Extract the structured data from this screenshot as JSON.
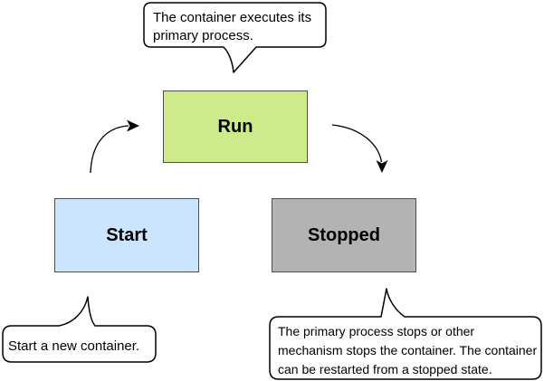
{
  "diagram": {
    "nodes": {
      "start": {
        "label": "Start"
      },
      "run": {
        "label": "Run"
      },
      "stopped": {
        "label": "Stopped"
      }
    },
    "callouts": {
      "run_note": {
        "text": "The container executes its\nprimary process.",
        "points_to": "Run"
      },
      "start_note": {
        "text": "Start a new container.",
        "points_to": "Start"
      },
      "stopped_note": {
        "text": "The primary process stops or other\nmechanism stops the container. The container\ncan be restarted from a stopped state.",
        "points_to": "Stopped"
      }
    },
    "edges": {
      "start_to_run": {
        "from": "Start",
        "to": "Run"
      },
      "run_to_stopped": {
        "from": "Run",
        "to": "Stopped"
      }
    }
  },
  "colors": {
    "background": "#ffffff",
    "start_fill": "#cce5ff",
    "run_fill": "#cdeb8b",
    "stopped_fill": "#b3b3b3",
    "box_border": "#4d4d4d",
    "callout_fill": "#ffffff",
    "callout_border": "#000000",
    "arrow": "#000000"
  }
}
